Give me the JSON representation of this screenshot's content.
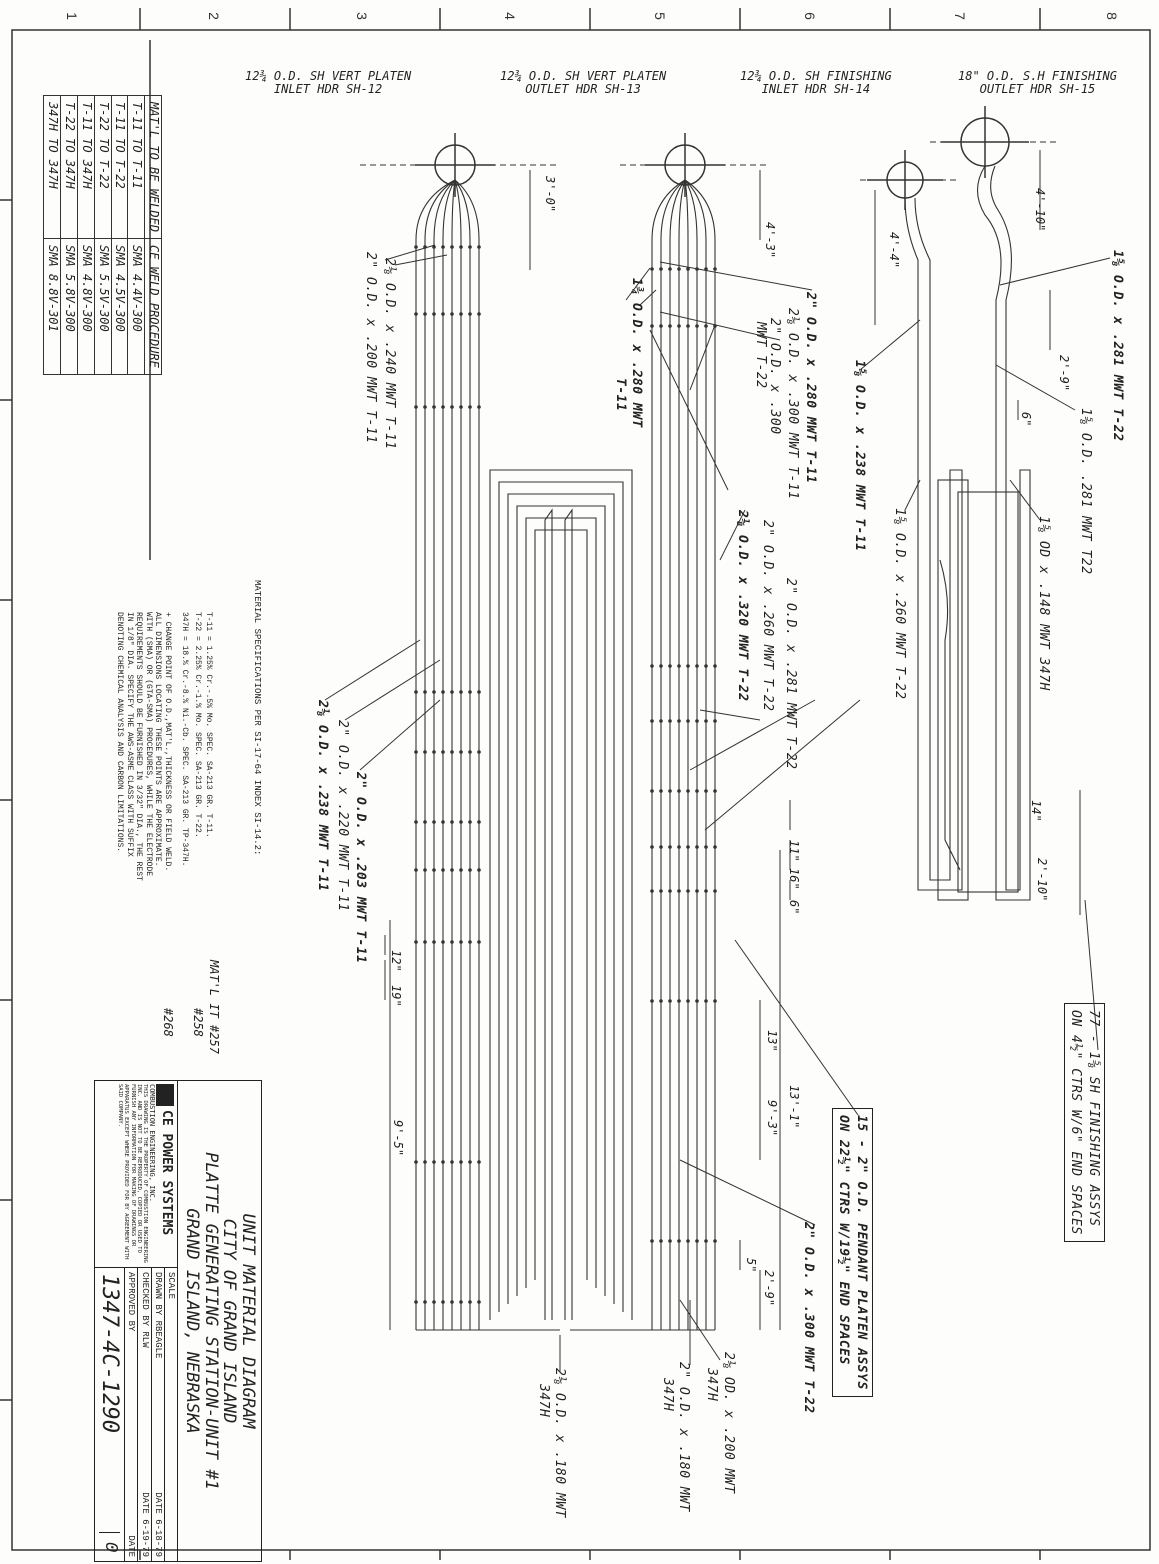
{
  "border": {
    "top_numbers": [
      "1",
      "2",
      "3",
      "4",
      "5",
      "6",
      "7",
      "8"
    ]
  },
  "headers": {
    "sh12": [
      "12¾ O.D. SH VERT PLATEN",
      "INLET HDR SH-12"
    ],
    "sh13": [
      "12¾ O.D. SH VERT PLATEN",
      "OUTLET HDR SH-13"
    ],
    "sh14": [
      "12¾ O.D. SH FINISHING",
      "INLET HDR SH-14"
    ],
    "sh15": [
      "18\" O.D. S.H FINISHING",
      "OUTLET HDR SH-15"
    ]
  },
  "tube_labels": {
    "l1": "2⅛ O.D. x .240 MWT T-11",
    "l2": "2\" O.D. x .200 MWT T-11",
    "l3": "1¾ O.D. x .280 MWT",
    "l3b": "T-11",
    "l4": "2\" O.D. x .280 MWT T-11",
    "l5": "2⅛ O.D. x .300 MWT T-11",
    "l6": "2\" O.D. x .300",
    "l6b": "MWT T-22",
    "l7": "2⅛ O.D. x .320 MWT T-22",
    "l8": "2\" O.D. x .260 MWT T-22",
    "l9": "2\" O.D. x .281 MWT T-22",
    "l10": "1⅝ O.D. x .281 MWT T-22",
    "l11": "1⅝ O.D. .281 MWT T22",
    "l12": "1⅝ OD x .148 MWT 347H",
    "l13": "1⅝ O.D. x .238 MWT T-11",
    "l14": "1⅝ O.D. x .260 MWT T-22",
    "l15": "2\" O.D. x .203 MWT T-11",
    "l16": "2\" O.D. x .220 MWT T-11",
    "l17": "2⅛ O.D. x .238 MWT T-11",
    "l18": "2\" O.D. x .300 MWT T-22",
    "l19": "2⅛ OD. x .200 MWT",
    "l19b": "347H",
    "l20": "2\" O.D. x .180 MWT",
    "l20b": "347H",
    "l21": "2⅛ O.D. x .180 MWT",
    "l21b": "347H"
  },
  "dimensions": {
    "d1": "3'-0\"",
    "d2": "4'-3\"",
    "d3": "4'-4\"",
    "d4": "4'-10\"",
    "d5": "2'-9\"",
    "d6": "6\"",
    "d7": "14\"",
    "d8": "2'-10\"",
    "d9": "11\"",
    "d10": "16\"",
    "d11": "6\"",
    "d12": "12\"",
    "d13": "19\"",
    "d14": "13\"",
    "d15": "13'-1\"",
    "d16": "9'-3\"",
    "d17": "9'-5\"",
    "d18": "5\"",
    "d19": "2'-9\""
  },
  "boxes": {
    "finishing": [
      "77 - 1⅝ SH FINISHING ASSYS",
      "ON 4½\" CTRS W/6\" END SPACES"
    ],
    "platen": [
      "15 - 2\" O.D. PENDANT PLATEN ASSYS",
      "ON 22½\" CTRS W/19½\" END SPACES"
    ]
  },
  "weld_table": {
    "headers": [
      "MAT'L TO BE WELDED",
      "CE WELD PROCEDURE"
    ],
    "rows": [
      [
        "T-11 TO T-11",
        "SMA 4.4V-300"
      ],
      [
        "T-11 TO T-22",
        "SMA 4.5V-300"
      ],
      [
        "T-22 TO T-22",
        "SMA 5.5V-300"
      ],
      [
        "T-11 TO 347H",
        "SMA 4.8V-300"
      ],
      [
        "T-22 TO 347H",
        "SMA 5.8V-300"
      ],
      [
        "347H TO 347H",
        "SMA 8.8V-301"
      ]
    ]
  },
  "specs": {
    "heading": "MATERIAL SPECIFICATIONS PER SI-17-64 INDEX SI-14.2:",
    "t11": "T-11 = 1.25% Cr.-.5% Mo. SPEC. SA-213 GR. T-11.",
    "t22": "T-22 = 2.25% Cr.-1.% Mo. SPEC. SA-213 GR. T-22.",
    "h347": "347H = 18.% Cr.-8.% Ni.-Cb. SPEC. SA-213 GR. TP-347H.",
    "matl": "MAT'L IT #257",
    "matl2": "#258",
    "matl3": "#268",
    "note": [
      "+ CHANGE POINT OF O.D.,MAT'L.,THICKNESS OR FIELD WELD.",
      "ALL DIMENSIONS LOCATING THESE POINTS ARE APPROXIMATE.",
      "WITH (SMA) OR (GTA-SMA) PROCEDURES, WHILE THE ELECTRODE",
      "REQUIREMENTS SHOULD BE FURNISHED IN 3/32\" DIA., THE REST",
      "IN 1/8\" DIA. SPECIFY THE AWS-ASME CLASS WITH SUFFIX",
      "DENOTING CHEMICAL ANALYSIS AND CARBON LIMITATIONS."
    ]
  },
  "title_block": {
    "title1": "UNIT MATERIAL DIAGRAM",
    "title2": "CITY OF GRAND ISLAND",
    "title3": "PLATTE GENERATING STATION-UNIT #1",
    "title4": "GRAND ISLAND, NEBRASKA",
    "company": "CE POWER SYSTEMS",
    "company_sub": "COMBUSTION ENGINEERING, INC.",
    "fine": "THIS DRAWING IS THE PROPERTY OF COMBUSTION ENGINEERING INC. AND IS NOT TO BE REPRODUCED, COPIED OR USED TO FURNISH ANY INFORMATION FOR MAKING OF DRAWINGS OR APPARATUS EXCEPT WHERE PROVIDED FOR BY AGREEMENT WITH SAID COMPANY.",
    "drawn": "DRAWN BY RBEAGLE",
    "drawn_date": "DATE 6-18-79",
    "checked": "CHECKED BY RLW",
    "checked_date": "DATE 6-19-79",
    "approved": "APPROVED BY",
    "approved_date": "DATE",
    "scale": "SCALE",
    "drawing_no": "1347-4C-1290",
    "rev": "0"
  }
}
